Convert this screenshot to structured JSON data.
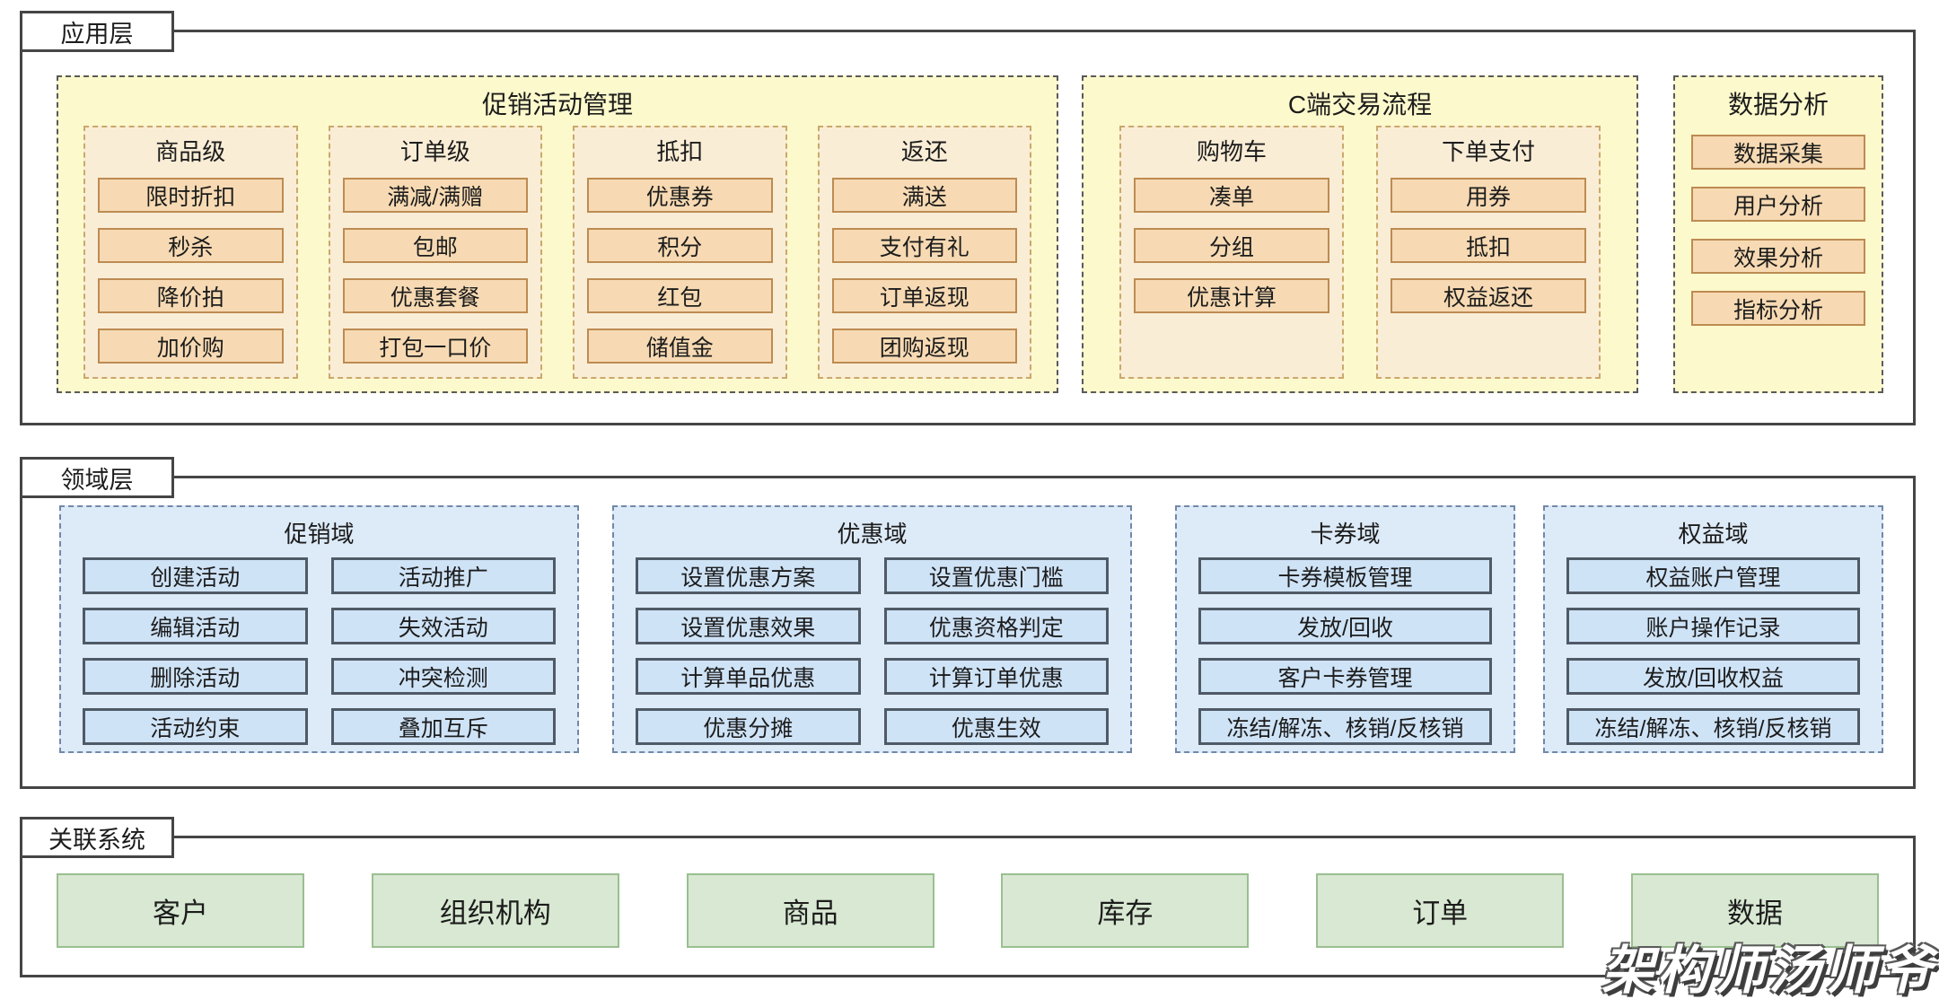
{
  "watermark": "架构师汤师爷",
  "palette": {
    "layer_border": "#454545",
    "yellow_section_fill": "#FCF9CC",
    "yellow_section_border": "#5A5A5A",
    "cream_column_fill": "#FAEDD6",
    "cream_column_border": "#C9A96A",
    "orange_item_fill": "#F7DAB3",
    "orange_item_border": "#BD8B52",
    "blue_box_fill": "#DDEAF8",
    "blue_box_border": "#7288A8",
    "blue_item_fill": "#CFE3F7",
    "blue_item_border": "#4F5A66",
    "green_box_fill": "#D8E8D2",
    "green_box_border": "#9ABF90",
    "text": "#1C1C1C"
  },
  "layers": {
    "app": {
      "tab": "应用层",
      "promo": {
        "title": "促销活动管理",
        "columns": [
          {
            "header": "商品级",
            "items": [
              "限时折扣",
              "秒杀",
              "降价拍",
              "加价购"
            ]
          },
          {
            "header": "订单级",
            "items": [
              "满减/满赠",
              "包邮",
              "优惠套餐",
              "打包一口价"
            ]
          },
          {
            "header": "抵扣",
            "items": [
              "优惠券",
              "积分",
              "红包",
              "储值金"
            ]
          },
          {
            "header": "返还",
            "items": [
              "满送",
              "支付有礼",
              "订单返现",
              "团购返现"
            ]
          }
        ]
      },
      "trade": {
        "title": "C端交易流程",
        "columns": [
          {
            "header": "购物车",
            "items": [
              "凑单",
              "分组",
              "优惠计算"
            ]
          },
          {
            "header": "下单支付",
            "items": [
              "用券",
              "抵扣",
              "权益返还"
            ]
          }
        ]
      },
      "analysis": {
        "title": "数据分析",
        "items": [
          "数据采集",
          "用户分析",
          "效果分析",
          "指标分析"
        ]
      }
    },
    "domain": {
      "tab": "领域层",
      "boxes": [
        {
          "title": "促销域",
          "items": [
            "创建活动",
            "活动推广",
            "编辑活动",
            "失效活动",
            "删除活动",
            "冲突检测",
            "活动约束",
            "叠加互斥"
          ]
        },
        {
          "title": "优惠域",
          "items": [
            "设置优惠方案",
            "设置优惠门槛",
            "设置优惠效果",
            "优惠资格判定",
            "计算单品优惠",
            "计算订单优惠",
            "优惠分摊",
            "优惠生效"
          ]
        },
        {
          "title": "卡券域",
          "items": [
            "卡券模板管理",
            "发放/回收",
            "客户卡券管理",
            "冻结/解冻、核销/反核销"
          ]
        },
        {
          "title": "权益域",
          "items": [
            "权益账户管理",
            "账户操作记录",
            "发放/回收权益",
            "冻结/解冻、核销/反核销"
          ]
        }
      ]
    },
    "systems": {
      "tab": "关联系统",
      "items": [
        "客户",
        "组织机构",
        "商品",
        "库存",
        "订单",
        "数据"
      ]
    }
  }
}
